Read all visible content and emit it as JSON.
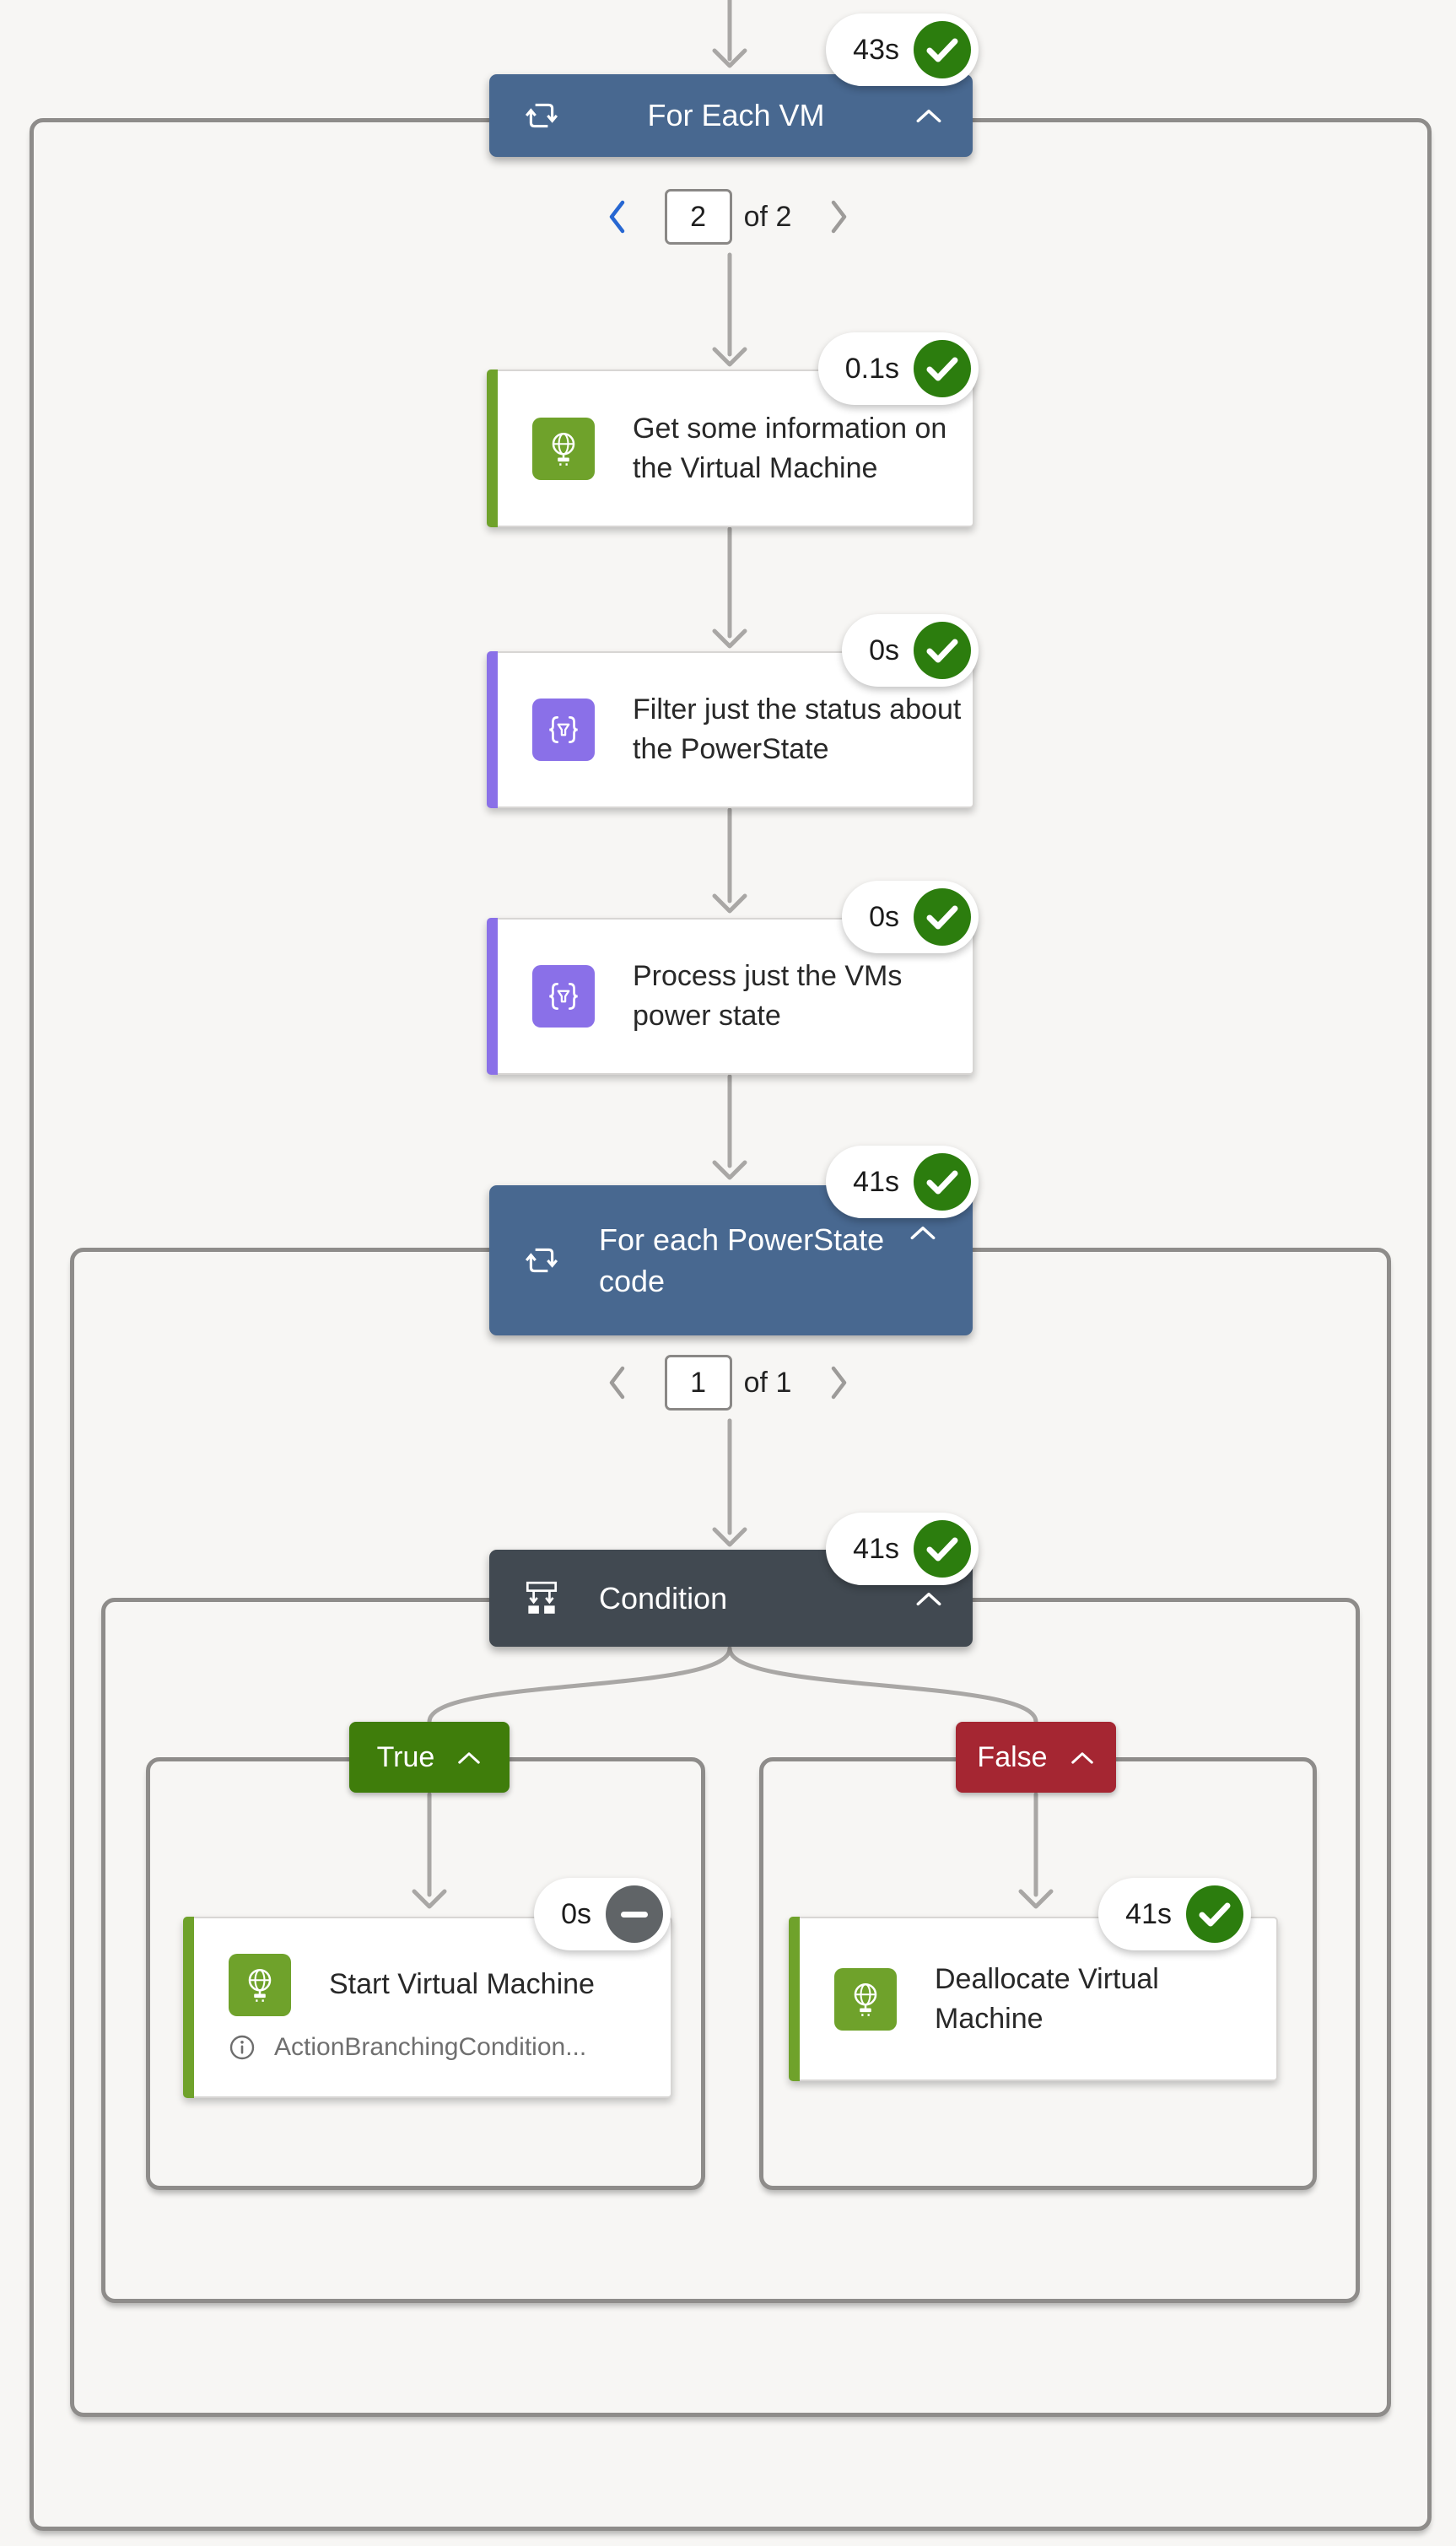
{
  "colors": {
    "background": "#F7F6F4",
    "scope_border": "#8E8C8A",
    "connector_gray": "#A9A7A5",
    "loop_header_blue": "#486890",
    "condition_header_slate": "#414951",
    "true_branch_green": "#3F7D0B",
    "false_branch_red": "#A52632",
    "http_connector_green": "#6FA22B",
    "data_operation_purple": "#8A70E8",
    "success_green": "#2C7D0E",
    "skipped_gray": "#606467",
    "pager_active_blue": "#2767D2",
    "pager_disabled_gray": "#9D9B99"
  },
  "foreach_vm": {
    "label": "For Each VM",
    "duration": "43s",
    "status": "success",
    "pager": {
      "value": "2",
      "of_label": "of 2"
    }
  },
  "actions": {
    "get_info": {
      "label": "Get some information on the Virtual Machine",
      "duration": "0.1s",
      "status": "success"
    },
    "filter_status": {
      "label": "Filter just the status about the PowerState",
      "duration": "0s",
      "status": "success"
    },
    "process_power_state": {
      "label": "Process just the VMs power state",
      "duration": "0s",
      "status": "success"
    }
  },
  "foreach_powerstate": {
    "label": "For each PowerState code",
    "duration": "41s",
    "status": "success",
    "pager": {
      "value": "1",
      "of_label": "of 1"
    }
  },
  "condition": {
    "label": "Condition",
    "duration": "41s",
    "status": "success"
  },
  "true_branch": {
    "label": "True",
    "action": {
      "label": "Start Virtual Machine",
      "duration": "0s",
      "status": "skipped",
      "note": "ActionBranchingCondition..."
    }
  },
  "false_branch": {
    "label": "False",
    "action": {
      "label": "Deallocate Virtual Machine",
      "duration": "41s",
      "status": "success"
    }
  }
}
